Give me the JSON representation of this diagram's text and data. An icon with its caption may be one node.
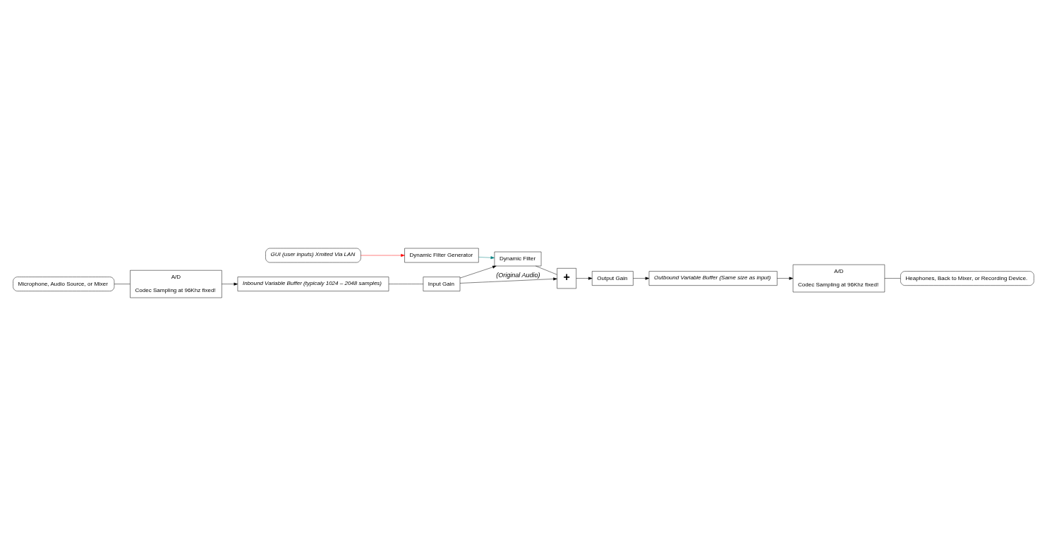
{
  "diagram": {
    "nodes": [
      {
        "text": [
          "GUI (user inputs) Xmited Via LAN"
        ]
      },
      {
        "text": [
          "Microphone, Audio Source, or Mixer"
        ]
      },
      {
        "text": [
          "A/D",
          "Codec Sampling at 96Khz fixed!"
        ]
      },
      {
        "text": [
          "Dynamic Filter Generator"
        ]
      },
      {
        "text": [
          "Inbound Variable Buffer (typicaly 1024 – 2048 samples)"
        ]
      },
      {
        "text": [
          "Input Gain"
        ]
      },
      {
        "text": [
          "Dynamic Filter"
        ]
      },
      {
        "text": [
          "+"
        ]
      },
      {
        "text": [
          "Output Gain"
        ]
      },
      {
        "text": [
          "Outbound Variable Buffer (Same size as input)"
        ]
      },
      {
        "text": [
          "A/D",
          "Codec Sampling at 96Khz fixed!"
        ]
      },
      {
        "text": [
          "Heaphones, Back to Mixer, or Recording Device."
        ]
      }
    ],
    "edges": [
      {
        "from": 0,
        "to": 3,
        "arrow": "to",
        "color": "#ff0000"
      },
      {
        "from": 1,
        "to": 2,
        "arrow": "none"
      },
      {
        "from": 2,
        "to": 4,
        "arrow": "to"
      },
      {
        "from": 4,
        "to": 5,
        "arrow": "none"
      },
      {
        "from": 5,
        "to": 6,
        "arrow": "to"
      },
      {
        "from": 5,
        "to": 7,
        "arrow": "to",
        "label": "(Original Audio)"
      },
      {
        "from": 6,
        "to": 7,
        "arrow": "none"
      },
      {
        "from": 7,
        "to": 8,
        "arrow": "to"
      },
      {
        "from": 8,
        "to": 9,
        "arrow": "to"
      },
      {
        "from": 9,
        "to": 10,
        "arrow": "to"
      },
      {
        "from": 10,
        "to": 11,
        "arrow": "none"
      },
      {
        "from": 3,
        "to": 6,
        "arrow": "to",
        "color": "#008080"
      }
    ]
  }
}
